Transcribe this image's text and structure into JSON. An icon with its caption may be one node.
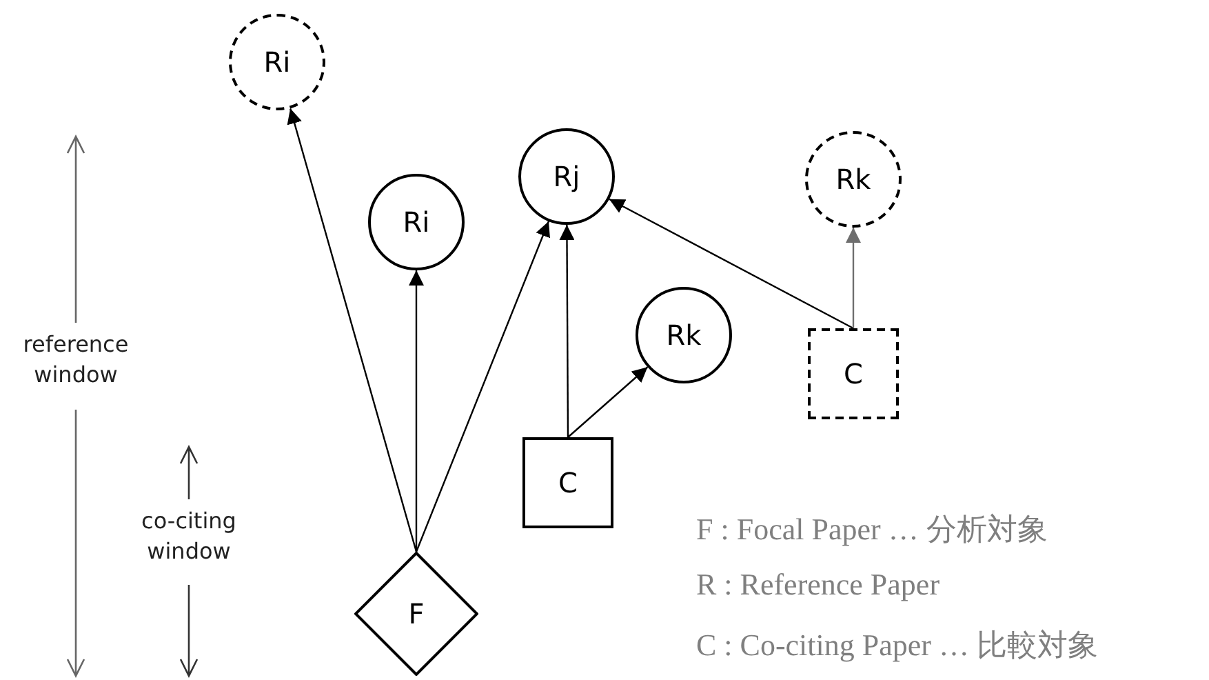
{
  "diagram": {
    "nodes": [
      {
        "text": [
          "Ri"
        ]
      },
      {
        "text": [
          "Ri"
        ]
      },
      {
        "text": [
          "Rj"
        ]
      },
      {
        "text": [
          "Rk"
        ]
      },
      {
        "text": [
          "Rk"
        ]
      },
      {
        "text": [
          "C"
        ]
      },
      {
        "text": [
          "C"
        ]
      },
      {
        "text": [
          "F"
        ]
      }
    ],
    "edges": [
      {
        "from": 7,
        "to": 0,
        "arrow": "to"
      },
      {
        "from": 7,
        "to": 1,
        "arrow": "to"
      },
      {
        "from": 7,
        "to": 2,
        "arrow": "to"
      },
      {
        "from": 6,
        "to": 2,
        "arrow": "to"
      },
      {
        "from": 6,
        "to": 4,
        "arrow": "to"
      },
      {
        "from": 5,
        "to": 2,
        "arrow": "to"
      },
      {
        "from": 5,
        "to": 3,
        "arrow": "to",
        "color": "#6e6e6e"
      }
    ],
    "labels": [
      "reference window",
      "co-citing window",
      "F : Focal Paper … 分析対象",
      "R : Reference Paper",
      "C : Co-citing Paper … 比較対象"
    ]
  }
}
